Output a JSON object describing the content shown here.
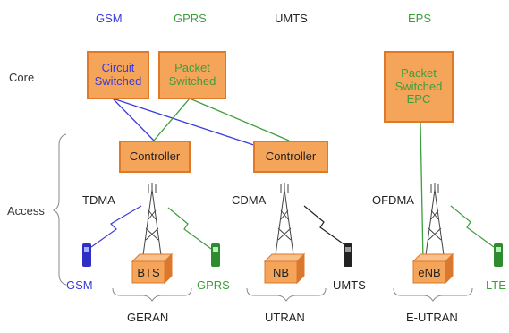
{
  "colors": {
    "gsm": "#3A3ADB",
    "gprs": "#3C9E3C",
    "umts": "#222222",
    "eps": "#3C9E3C",
    "box_fill": "#F5A55A",
    "box_border": "#E0782A",
    "text": "#333333"
  },
  "headers": {
    "gsm": "GSM",
    "gprs": "GPRS",
    "umts": "UMTS",
    "eps": "EPS"
  },
  "layers": {
    "core": "Core",
    "access": "Access"
  },
  "boxes": {
    "circuit_switched": "Circuit\nSwitched",
    "packet_switched": "Packet\nSwitched",
    "packet_switched_epc": "Packet\nSwitched\nEPC",
    "controller_1": "Controller",
    "controller_2": "Controller"
  },
  "access_tech": {
    "tdma": "TDMA",
    "cdma": "CDMA",
    "ofdma": "OFDMA"
  },
  "base_stations": {
    "bts": "BTS",
    "nb": "NB",
    "enb": "eNB"
  },
  "phones": {
    "gsm": "GSM",
    "gprs": "GPRS",
    "umts": "UMTS",
    "lte": "LTE"
  },
  "ran_groups": {
    "geran": "GERAN",
    "utran": "UTRAN",
    "eutran": "E-UTRAN"
  }
}
